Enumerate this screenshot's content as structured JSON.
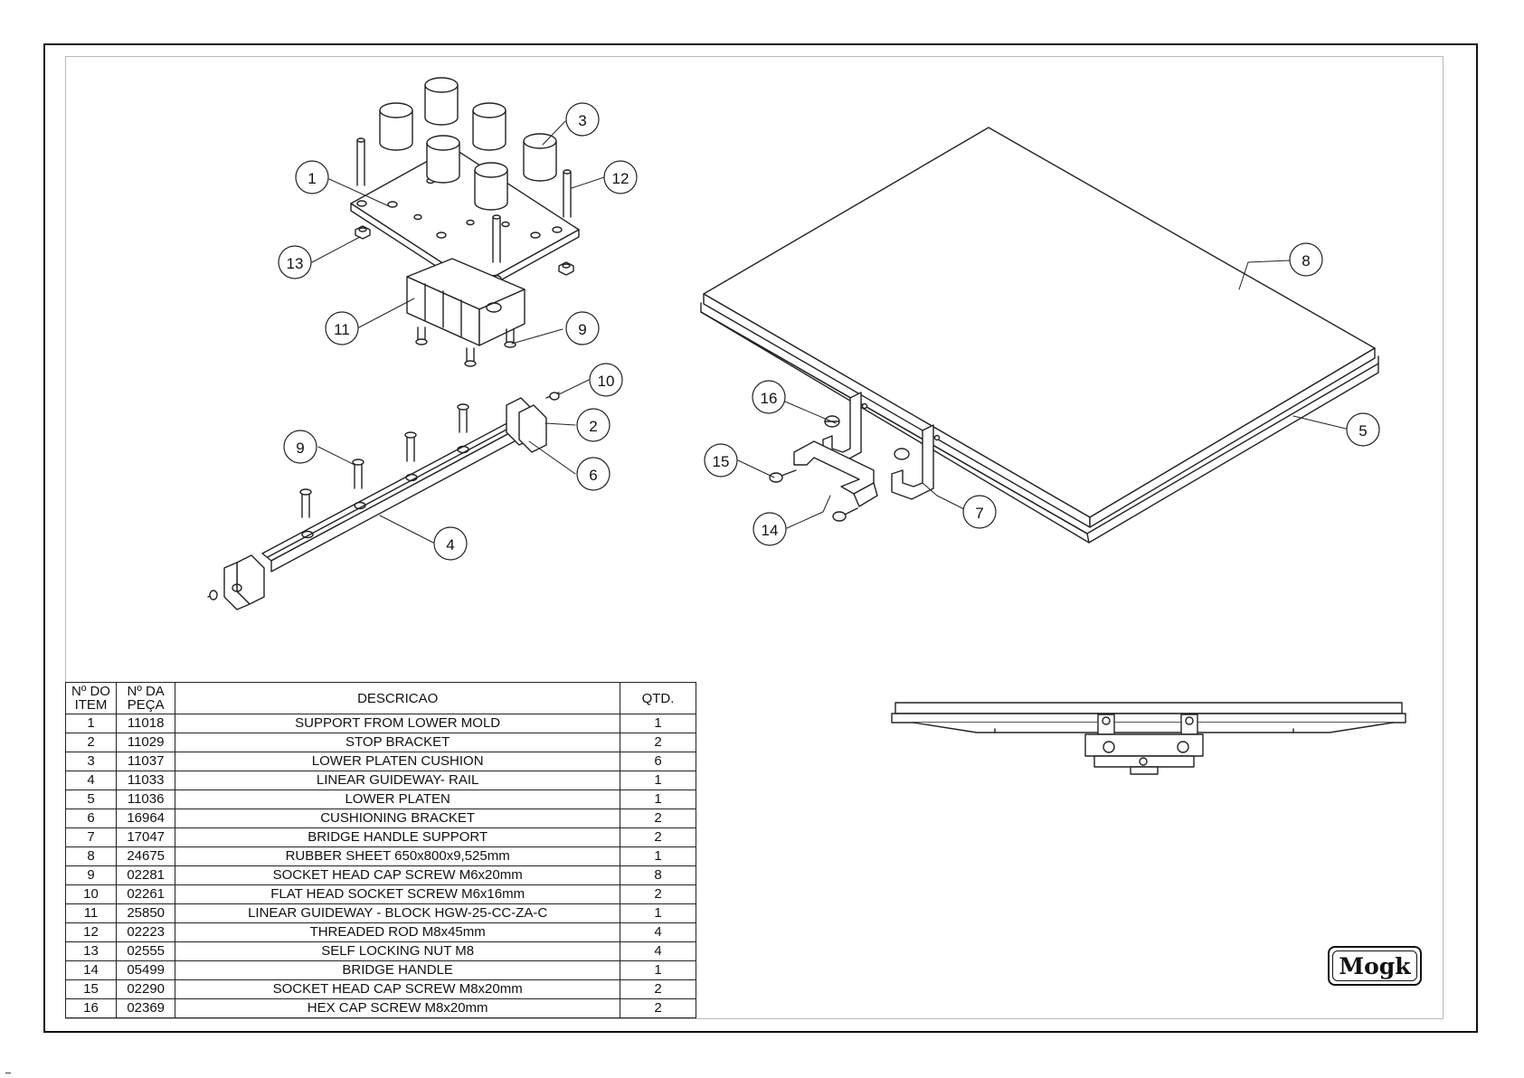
{
  "bom": {
    "headers": [
      "Nº DO ITEM",
      "Nº DA PEÇA",
      "DESCRICAO",
      "QTD."
    ],
    "rows": [
      {
        "item": "1",
        "part": "11018",
        "desc": "SUPPORT FROM LOWER MOLD",
        "qty": "1"
      },
      {
        "item": "2",
        "part": "11029",
        "desc": "STOP BRACKET",
        "qty": "2"
      },
      {
        "item": "3",
        "part": "11037",
        "desc": "LOWER PLATEN CUSHION",
        "qty": "6"
      },
      {
        "item": "4",
        "part": "11033",
        "desc": "LINEAR GUIDEWAY- RAIL",
        "qty": "1"
      },
      {
        "item": "5",
        "part": "11036",
        "desc": "LOWER PLATEN",
        "qty": "1"
      },
      {
        "item": "6",
        "part": "16964",
        "desc": "CUSHIONING BRACKET",
        "qty": "2"
      },
      {
        "item": "7",
        "part": "17047",
        "desc": "BRIDGE HANDLE SUPPORT",
        "qty": "2"
      },
      {
        "item": "8",
        "part": "24675",
        "desc": "RUBBER SHEET 650x800x9,525mm",
        "qty": "1"
      },
      {
        "item": "9",
        "part": "02281",
        "desc": "SOCKET HEAD CAP SCREW M6x20mm",
        "qty": "8"
      },
      {
        "item": "10",
        "part": "02261",
        "desc": "FLAT HEAD SOCKET SCREW M6x16mm",
        "qty": "2"
      },
      {
        "item": "11",
        "part": "25850",
        "desc": "LINEAR GUIDEWAY - BLOCK  HGW-25-CC-ZA-C",
        "qty": "1"
      },
      {
        "item": "12",
        "part": "02223",
        "desc": "THREADED ROD M8x45mm",
        "qty": "4"
      },
      {
        "item": "13",
        "part": "02555",
        "desc": "SELF LOCKING NUT M8",
        "qty": "4"
      },
      {
        "item": "14",
        "part": "05499",
        "desc": "BRIDGE HANDLE",
        "qty": "1"
      },
      {
        "item": "15",
        "part": "02290",
        "desc": "SOCKET HEAD CAP SCREW M8x20mm",
        "qty": "2"
      },
      {
        "item": "16",
        "part": "02369",
        "desc": "HEX CAP SCREW M8x20mm",
        "qty": "2"
      }
    ]
  },
  "balloons": [
    "1",
    "3",
    "12",
    "13",
    "11",
    "9",
    "10",
    "2",
    "9",
    "6",
    "4",
    "8",
    "16",
    "15",
    "5",
    "14",
    "7"
  ],
  "logo": {
    "text": "Mogk"
  },
  "colors": {
    "line": "#222222",
    "frame": "#111111",
    "inner_border": "#b9b9b9"
  }
}
